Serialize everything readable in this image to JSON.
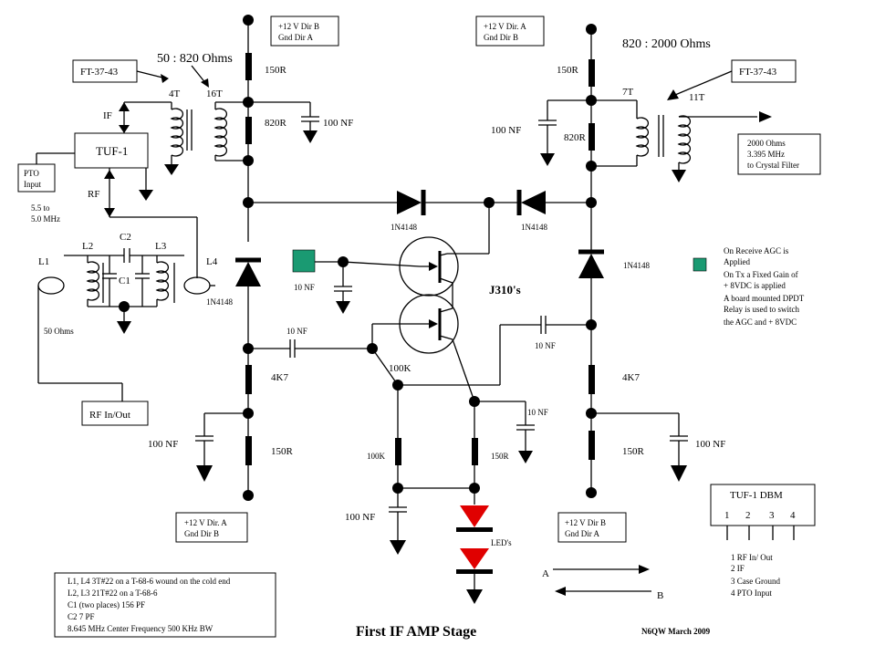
{
  "title": "First IF AMP Stage",
  "author": "N6QW March 2009",
  "power": {
    "top_left": [
      "+12 V Dir B",
      "Gnd Dir A"
    ],
    "top_right": [
      "+12 V Dir. A",
      "Gnd Dir B"
    ],
    "bottom_left": [
      "+12 V Dir. A",
      "Gnd Dir B"
    ],
    "bottom_right": [
      "+12 V Dir B",
      "Gnd Dir A"
    ]
  },
  "ratios": {
    "left": "50 : 820 Ohms",
    "right": "820 : 2000 Ohms"
  },
  "transformers": {
    "left_core": "FT-37-43",
    "right_core": "FT-37-43",
    "t4": "4T",
    "t16": "16T",
    "t7": "7T",
    "t11": "11T"
  },
  "mixer": {
    "name": "TUF-1",
    "if": "IF",
    "rf": "RF"
  },
  "pto": {
    "label": [
      "PTO",
      "Input"
    ],
    "range": [
      "5.5 to",
      "5.0 MHz"
    ]
  },
  "filter": {
    "l1": "L1",
    "l2": "L2",
    "l3": "L3",
    "l4": "L4",
    "c1": "C1",
    "c2": "C2",
    "ohms": "50 Ohms"
  },
  "rf_io": "RF In/Out",
  "output": [
    "2000 Ohms",
    "3.395 MHz",
    "to Crystal Filter"
  ],
  "components": {
    "r150": "150R",
    "r820": "820R",
    "r4k7": "4K7",
    "r100k": "100K",
    "c100nf": "100 NF",
    "c10nf": "10 NF",
    "diode": "1N4148",
    "fet": "J310's",
    "leds": "LED's"
  },
  "agc_note": [
    "On Receive AGC is",
    "Applied",
    "On Tx a Fixed Gain of",
    "+ 8VDC is applied",
    "A board mounted DPDT",
    "Relay is used to switch",
    "the AGC and + 8VDC"
  ],
  "dbm": {
    "title": "TUF-1 DBM",
    "pins": [
      "1",
      "2",
      "3",
      "4"
    ],
    "legend": [
      "1    RF In/ Out",
      "2    IF",
      "3    Case Ground",
      "4    PTO Input"
    ]
  },
  "notes": [
    "L1, L4    3T#22 on a T-68-6 wound on the cold end",
    "L2, L3   21T#22 on a T-68-6",
    "C1 (two places)  156 PF",
    "C2    7 PF",
    "8.645 MHz Center Frequency 500 KHz BW"
  ],
  "directions": {
    "a": "A",
    "b": "B"
  },
  "colors": {
    "agc_marker": "#1a9a72",
    "led": "#e00000"
  }
}
